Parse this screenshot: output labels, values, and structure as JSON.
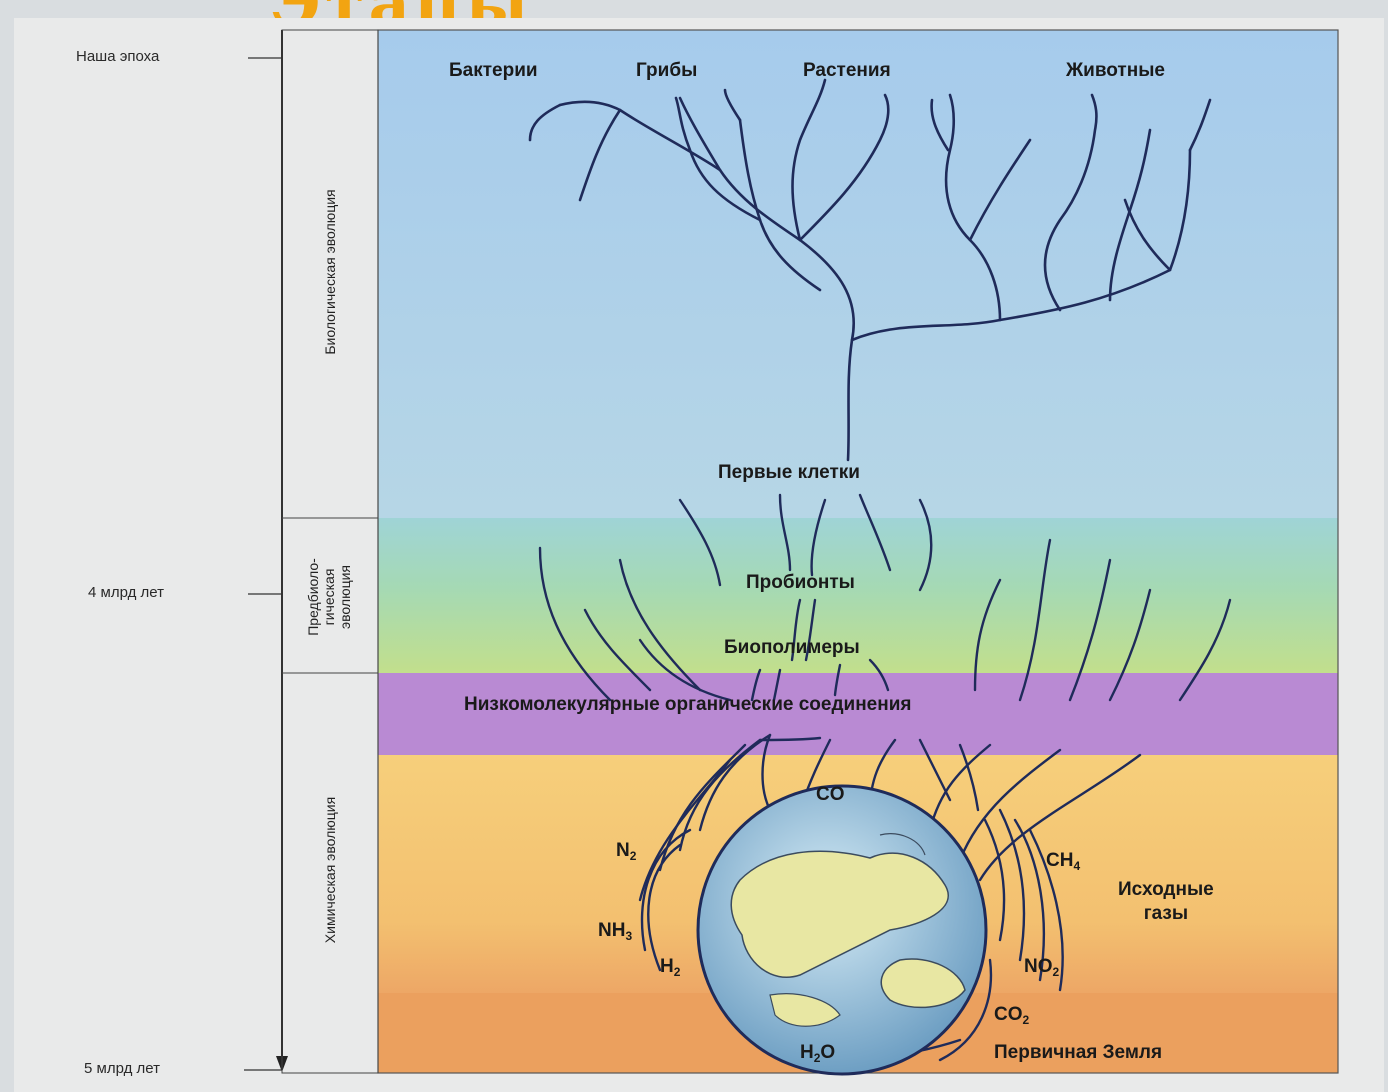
{
  "banner": {
    "text": "Этапы",
    "color": "#f2a411"
  },
  "time_scale": {
    "top": "Наша эпоха",
    "mid": "4 млрд лет",
    "bottom": "5 млрд лет"
  },
  "eras": {
    "biological": "Биологическая эволюция",
    "prebiological_l1": "Предбиоло-",
    "prebiological_l2": "гическая",
    "prebiological_l3": "эволюция",
    "chemical": "Химическая эволюция"
  },
  "kingdoms": {
    "bacteria": "Бактерии",
    "fungi": "Грибы",
    "plants": "Растения",
    "animals": "Животные"
  },
  "stages": {
    "first_cells": "Первые клетки",
    "probionts": "Пробионты",
    "biopolymers": "Биополимеры",
    "low_molecular": "Низкомолекулярные органические соединения"
  },
  "gases": {
    "co": "CO",
    "n2": "N",
    "n2_sub": "2",
    "nh3": "NH",
    "nh3_sub": "3",
    "h2": "H",
    "h2_sub": "2",
    "ch4": "CH",
    "ch4_sub": "4",
    "no2": "NO",
    "no2_sub": "2",
    "co2": "CO",
    "co2_sub": "2",
    "h2o_a": "H",
    "h2o_sub": "2",
    "h2o_b": "O",
    "source_l1": "Исходные",
    "source_l2": "газы",
    "primary_earth": "Первичная Земля"
  },
  "colors": {
    "sky_top": "#a6cbec",
    "sky_bottom": "#b6d6e6",
    "teal": "#8cd0c4",
    "green": "#b9dc8f",
    "purple": "#b98ad3",
    "orange": "#f3c27a",
    "deep_orange": "#eba05e",
    "branch": "#1f2b5a"
  }
}
